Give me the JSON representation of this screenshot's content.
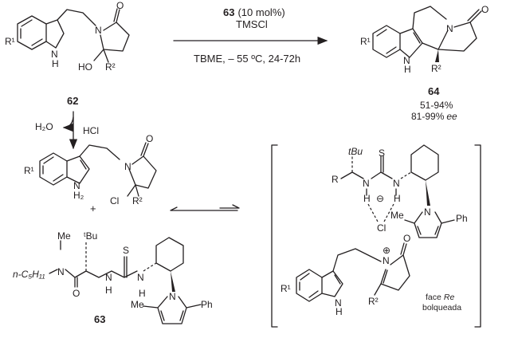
{
  "reaction": {
    "catalyst_label": "63",
    "catalyst_loading": "(10 mol%)",
    "reagent": "TMSCl",
    "conditions": "TBME, – 55 ºC, 24-72h"
  },
  "compound_62": {
    "label": "62",
    "R1": "R¹",
    "NH": "N",
    "H": "H",
    "HO": "HO",
    "R2": "R²",
    "N": "N",
    "O": "O"
  },
  "compound_64": {
    "label": "64",
    "yield": "51-94%",
    "ee_value": "81-99%",
    "ee_unit": "ee",
    "R1": "R¹",
    "N_H": "N",
    "H": "H",
    "R2": "R²",
    "N": "N",
    "O": "O"
  },
  "step_down": {
    "water": "H₂O",
    "acid": "HCl"
  },
  "intermediate": {
    "R1": "R¹",
    "NH2_N": "N",
    "NH2_H": "H₂",
    "Cl": "Cl",
    "R2": "R²",
    "N": "N",
    "O": "O",
    "plus": "+"
  },
  "compound_63": {
    "label": "63",
    "Me": "Me",
    "N_amide": "N",
    "n_pentyl": "n-C₅H₁₁",
    "O": "O",
    "tBu": "ᵗBu",
    "N1": "N",
    "H1": "H",
    "S": "S",
    "N2": "N",
    "H2": "H",
    "N_pyrrole": "N",
    "Me_pyrrole": "Me",
    "Ph": "Ph"
  },
  "complex": {
    "tBu": "tBu",
    "R": "R",
    "N1": "N",
    "H1": "H",
    "S": "S",
    "N2": "N",
    "H2": "H",
    "minus": "⊖",
    "Cl": "Cl",
    "Me": "Me",
    "N_pyrrole": "N",
    "Ph": "Ph",
    "plus": "⊕",
    "N_iminium": "N",
    "O": "O",
    "R1": "R¹",
    "NH_N": "N",
    "NH_H": "H",
    "R2": "R²",
    "face_note_1": "face",
    "face_note_re": "Re",
    "face_note_2": "bolqueada"
  }
}
